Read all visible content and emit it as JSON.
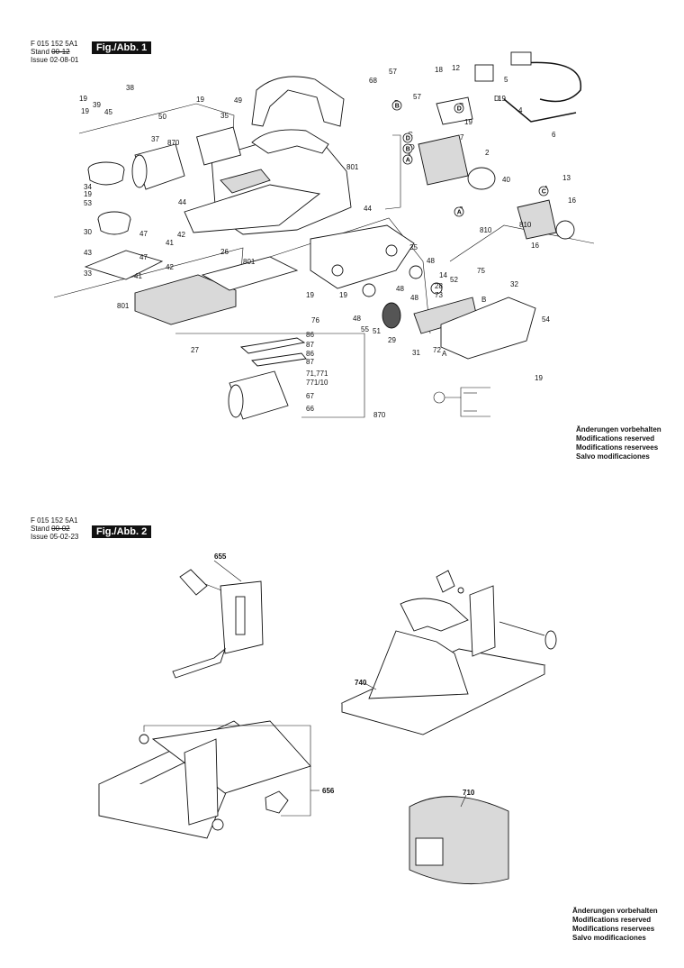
{
  "figure1": {
    "code": "F 015 152 5A1",
    "stand_label": "Stand",
    "stand_value": "00-12",
    "issue_label": "Issue",
    "issue_value": "02-08-01",
    "title": "Fig./Abb. 1",
    "modifications": [
      "Änderungen vorbehalten",
      "Modifications reserved",
      "Modifications reservees",
      "Salvo modificaciones"
    ]
  },
  "figure2": {
    "code": "F 015 152 5A1",
    "stand_label": "Stand",
    "stand_value": "00-02",
    "issue_label": "Issue",
    "issue_value": "05-02-23",
    "title": "Fig./Abb. 2",
    "modifications": [
      "Änderungen vorbehalten",
      "Modifications reserved",
      "Modifications reservees",
      "Salvo modificaciones"
    ]
  },
  "fig1_labels": [
    "19",
    "19",
    "39",
    "45",
    "38",
    "50",
    "49",
    "19",
    "35",
    "37",
    "870",
    "34",
    "19",
    "53",
    "30",
    "47",
    "43",
    "33",
    "44",
    "41",
    "42",
    "42",
    "26",
    "47",
    "41",
    "801",
    "801",
    "801",
    "44",
    "25",
    "48",
    "14",
    "52",
    "28",
    "73",
    "75",
    "32",
    "19",
    "76",
    "48",
    "55",
    "51",
    "29",
    "19",
    "48",
    "48",
    "27",
    "86",
    "87",
    "86",
    "87",
    "71,771",
    "771/10",
    "67",
    "66",
    "870",
    "31",
    "72",
    "54",
    "19",
    "57",
    "68",
    "B",
    "18",
    "12",
    "5",
    "6",
    "57",
    "B",
    "D",
    "19",
    "4",
    "7",
    "2",
    "40",
    "13",
    "16",
    "810",
    "810",
    "16",
    "3",
    "A",
    "A",
    "C",
    "D",
    "B",
    "A",
    "19",
    "31",
    "19"
  ],
  "fig2_labels": [
    "655",
    "656",
    "740",
    "710"
  ],
  "circle_letters": [
    "D",
    "B",
    "A",
    "C",
    "A",
    "B",
    "D"
  ]
}
